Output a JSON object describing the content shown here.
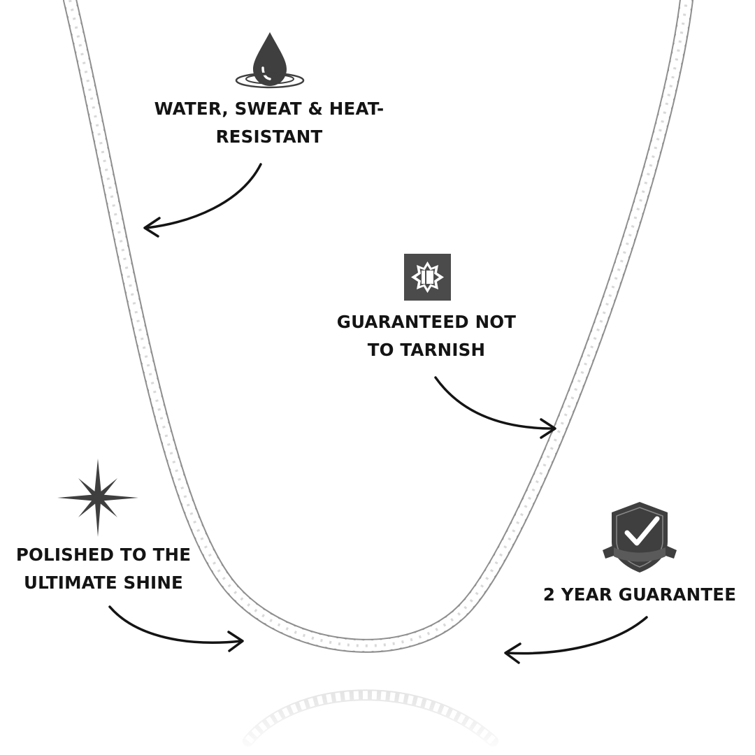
{
  "features": {
    "water": {
      "line1": "WATER, SWEAT & HEAT-",
      "line2": "RESISTANT",
      "icon": "water-drop-icon"
    },
    "tarnish": {
      "line1": "GUARANTEED NOT",
      "line2": "TO TARNISH",
      "icon": "anti-tarnish-badge-icon"
    },
    "shine": {
      "line1": "POLISHED TO THE",
      "line2": "ULTIMATE SHINE",
      "icon": "sparkle-icon"
    },
    "guarantee": {
      "line1": "2 YEAR GUARANTEE",
      "icon": "shield-check-icon"
    }
  },
  "colors": {
    "background": "#ffffff",
    "text": "#141414",
    "icon": "#3f3f3f",
    "arrow": "#141414",
    "chain": "#a9a9a9"
  }
}
